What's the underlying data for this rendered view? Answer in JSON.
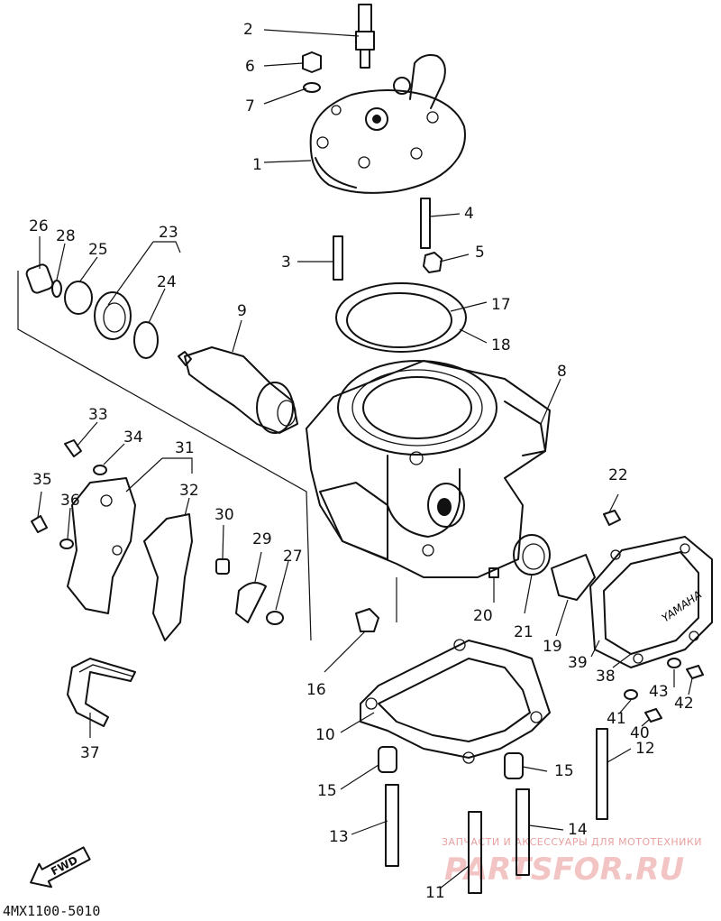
{
  "diagram": {
    "part_labels": [
      "2",
      "6",
      "7",
      "1",
      "4",
      "3",
      "5",
      "17",
      "18",
      "8",
      "26",
      "28",
      "25",
      "23",
      "24",
      "9",
      "33",
      "34",
      "31",
      "32",
      "35",
      "36",
      "30",
      "29",
      "27",
      "16",
      "22",
      "20",
      "21",
      "19",
      "39",
      "38",
      "43",
      "42",
      "41",
      "40",
      "10",
      "12",
      "15",
      "15",
      "13",
      "14",
      "11",
      "37"
    ],
    "drawing_code": "4MX1100-5010",
    "fwd_arrow_text": "FWD",
    "watermark_tagline": "ЗАПЧАСТИ И АКСЕССУАРЫ ДЛЯ МОТОТЕХНИКИ",
    "watermark_site": "PARTSFOR.RU"
  }
}
